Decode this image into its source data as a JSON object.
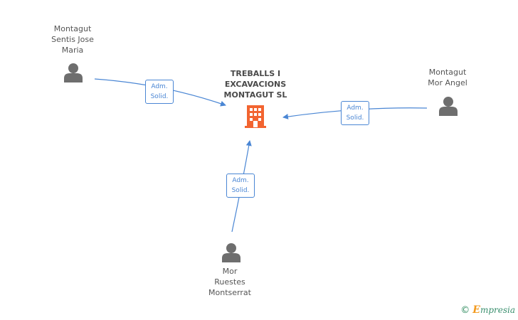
{
  "company": {
    "name_lines": [
      "TREBALLS I",
      "EXCAVACIONS",
      "MONTAGUT SL"
    ],
    "icon": "building-icon",
    "color": "#f26430"
  },
  "persons": [
    {
      "id": "p1",
      "icon": "person-icon",
      "name_lines": [
        "Montagut",
        "Sentis Jose",
        "Maria"
      ]
    },
    {
      "id": "p2",
      "icon": "person-icon",
      "name_lines": [
        "Montagut",
        "Mor Angel"
      ]
    },
    {
      "id": "p3",
      "icon": "person-icon",
      "name_lines": [
        "Mor",
        "Ruestes",
        "Montserrat"
      ]
    }
  ],
  "edges": [
    {
      "from": "p1",
      "to": "company",
      "label_lines": [
        "Adm.",
        "Solid."
      ]
    },
    {
      "from": "p2",
      "to": "company",
      "label_lines": [
        "Adm.",
        "Solid."
      ]
    },
    {
      "from": "p3",
      "to": "company",
      "label_lines": [
        "Adm.",
        "Solid."
      ]
    }
  ],
  "colors": {
    "edge": "#4a86d4",
    "person": "#6e6e6e"
  },
  "footer": {
    "copyright": "©",
    "brand_first": "E",
    "brand_rest": "mpresia"
  }
}
